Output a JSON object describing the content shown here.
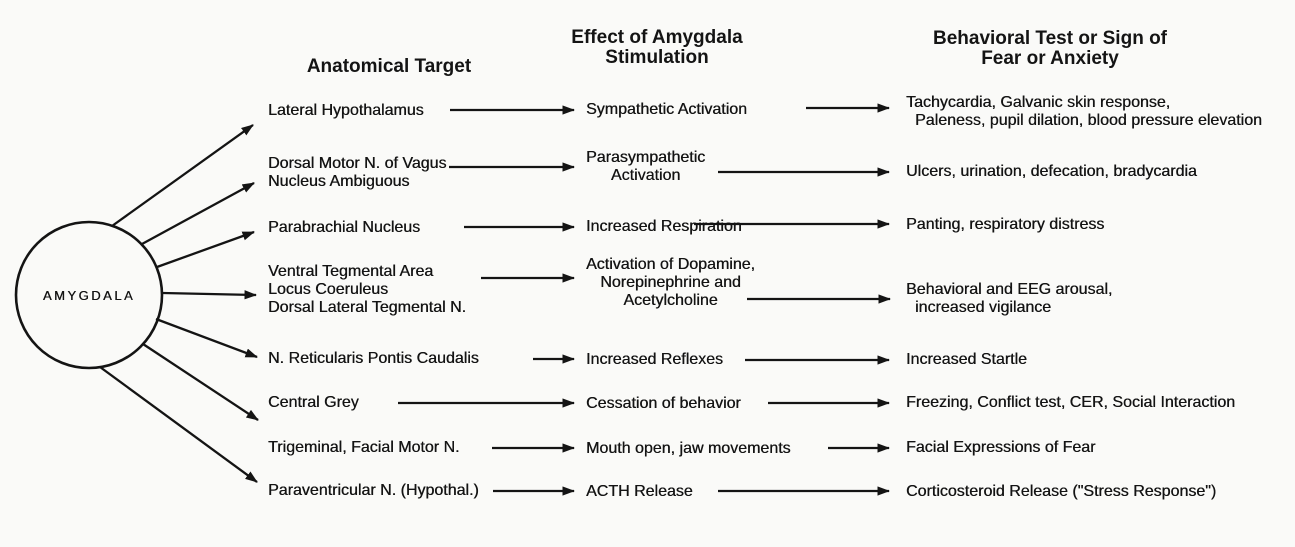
{
  "background": "#fafaf8",
  "ink_color": "#141414",
  "diagram": {
    "node_label": "AMYGDALA",
    "headers": {
      "target": "Anatomical Target",
      "effect_line1": "Effect of Amygdala",
      "effect_line2": "Stimulation",
      "sign_line1": "Behavioral Test or Sign of",
      "sign_line2": "Fear or Anxiety"
    },
    "rows": [
      {
        "target": [
          "Lateral Hypothalamus"
        ],
        "effect": [
          "Sympathetic Activation"
        ],
        "sign": [
          "Tachycardia, Galvanic skin response,",
          "Paleness, pupil dilation, blood pressure elevation"
        ]
      },
      {
        "target": [
          "Dorsal Motor N. of Vagus",
          "Nucleus Ambiguous"
        ],
        "effect": [
          "Parasympathetic",
          "Activation"
        ],
        "sign": [
          "Ulcers, urination, defecation, bradycardia"
        ]
      },
      {
        "target": [
          "Parabrachial Nucleus"
        ],
        "effect": [
          "Increased Respiration"
        ],
        "sign": [
          "Panting, respiratory distress"
        ]
      },
      {
        "target": [
          "Ventral Tegmental Area",
          "Locus Coeruleus",
          "Dorsal Lateral Tegmental N."
        ],
        "effect": [
          "Activation of Dopamine,",
          "Norepinephrine and",
          "Acetylcholine"
        ],
        "sign": [
          "Behavioral and EEG arousal,",
          "increased vigilance"
        ]
      },
      {
        "target": [
          "N. Reticularis Pontis Caudalis"
        ],
        "effect": [
          "Increased Reflexes"
        ],
        "sign": [
          "Increased Startle"
        ]
      },
      {
        "target": [
          "Central Grey"
        ],
        "effect": [
          "Cessation of behavior"
        ],
        "sign": [
          "Freezing, Conflict test, CER, Social Interaction"
        ]
      },
      {
        "target": [
          "Trigeminal, Facial Motor N."
        ],
        "effect": [
          "Mouth open, jaw movements"
        ],
        "sign": [
          "Facial Expressions of Fear"
        ]
      },
      {
        "target": [
          "Paraventricular N. (Hypothal.)"
        ],
        "effect": [
          "ACTH Release"
        ],
        "sign": [
          "Corticosteroid Release (\"Stress Response\")"
        ]
      }
    ]
  }
}
